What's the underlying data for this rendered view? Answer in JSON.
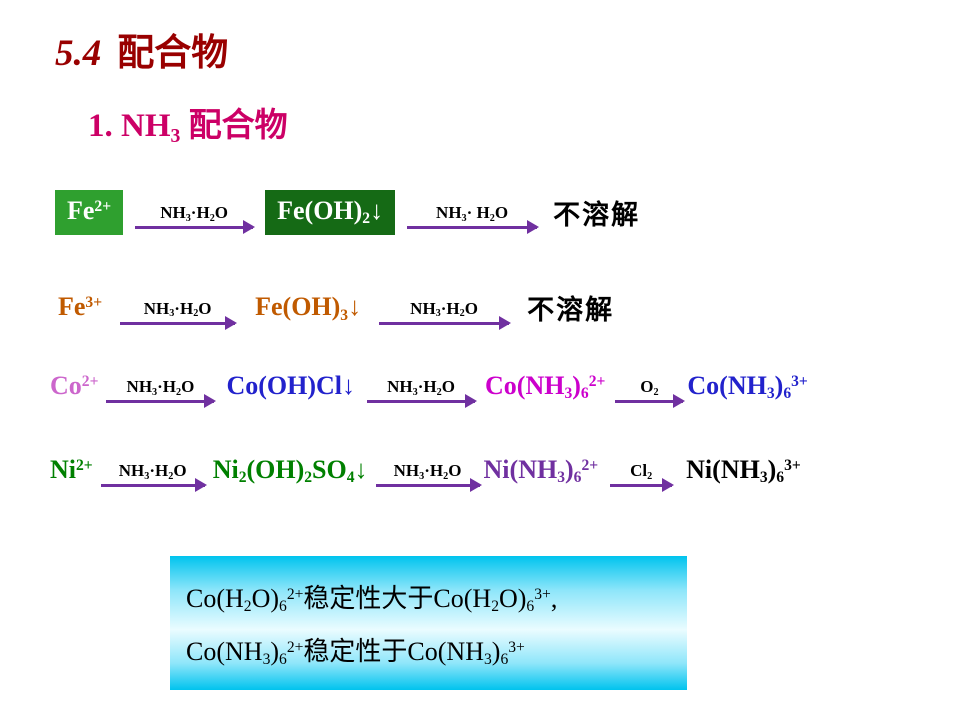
{
  "slide": {
    "title_number": "5.4",
    "title_text": "配合物",
    "subtitle": "1.  NH_3_ 配合物"
  },
  "reactions": {
    "fe2": {
      "reactant": "Fe^2+^",
      "step1_reagent": "NH_3_·H_2_O",
      "product1": "Fe(OH)_2_↓",
      "step2_reagent": "NH_3_· H_2_O",
      "result": "不溶解"
    },
    "fe3": {
      "reactant": "Fe^3+^",
      "step1_reagent": "NH_3_·H_2_O",
      "product1": "Fe(OH)_3_↓",
      "step2_reagent": "NH_3_·H_2_O",
      "result": "不溶解"
    },
    "co": {
      "reactant": "Co^2+^",
      "step1_reagent": "NH_3_·H_2_O",
      "product1": "Co(OH)Cl↓",
      "step2_reagent": "NH_3_·H_2_O",
      "product2": "Co(NH_3_)_6_^2+^",
      "step3_reagent": "O_2_",
      "product3": "Co(NH_3_)_6_^3+^"
    },
    "ni": {
      "reactant": "Ni^2+^",
      "step1_reagent": "NH_3_·H_2_O",
      "product1": "Ni_2_(OH)_2_SO_4_↓",
      "step2_reagent": "NH_3_·H_2_O",
      "product2": "Ni(NH_3_)_6_^2+^",
      "step3_reagent": "Cl_2_",
      "product3": "Ni(NH_3_)_6_^3+^"
    }
  },
  "note": {
    "line1": "Co(H_2_O)_6_^2+^稳定性大于Co(H_2_O)_6_^3+^,",
    "line2": "Co(NH_3_)_6_^2+^稳定性于Co(NH_3_)_6_^3+^"
  },
  "colors": {
    "title": "#990000",
    "subtitle": "#cc0066",
    "fe2_box_bg": "#2fa02f",
    "feoh2_box_bg": "#156a15",
    "box_text": "#ffffff",
    "fe3": "#c05a00",
    "co2": "#cc66cc",
    "co_product_blue": "#2222cc",
    "co_ammine2": "#cc00cc",
    "ni": "#008000",
    "ni_ammine2": "#7030a0",
    "ni_ammine3": "#000000",
    "result_text": "#000000",
    "arrow": "#7030a0",
    "note_edge": "#00c3ee",
    "note_middle": "#eafcff"
  }
}
